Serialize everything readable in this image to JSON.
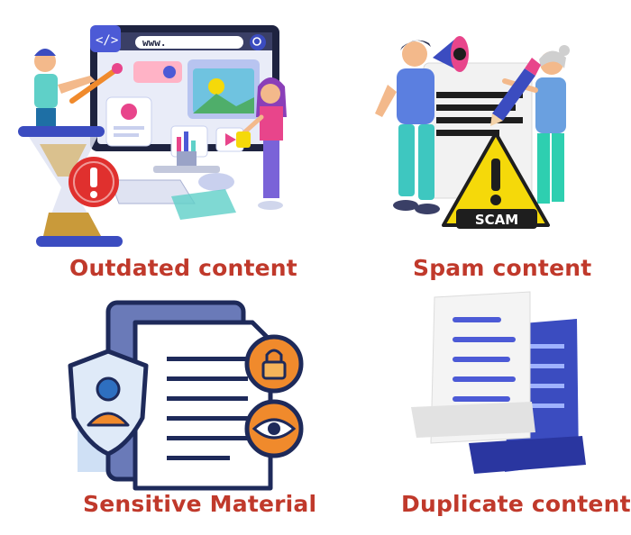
{
  "colors": {
    "caption": "#c0392b",
    "blue": "#3b4cc0",
    "navy": "#1e2a5a",
    "orange": "#f08a2c",
    "yellow": "#f5d90a",
    "pink": "#e8458b",
    "teal": "#5fd0c8",
    "lightblue": "#cfe0f5"
  },
  "panels": [
    {
      "caption": "Outdated content",
      "illustration": "web-design-hourglass-alert-icon",
      "screen_text": "www."
    },
    {
      "caption": "Spam content",
      "illustration": "scam-warning-people-icon",
      "sign_text": "SCAM"
    },
    {
      "caption": "Sensitive Material",
      "illustration": "confidential-document-lock-eye-icon"
    },
    {
      "caption": "Duplicate content",
      "illustration": "duplicate-documents-icon"
    }
  ]
}
